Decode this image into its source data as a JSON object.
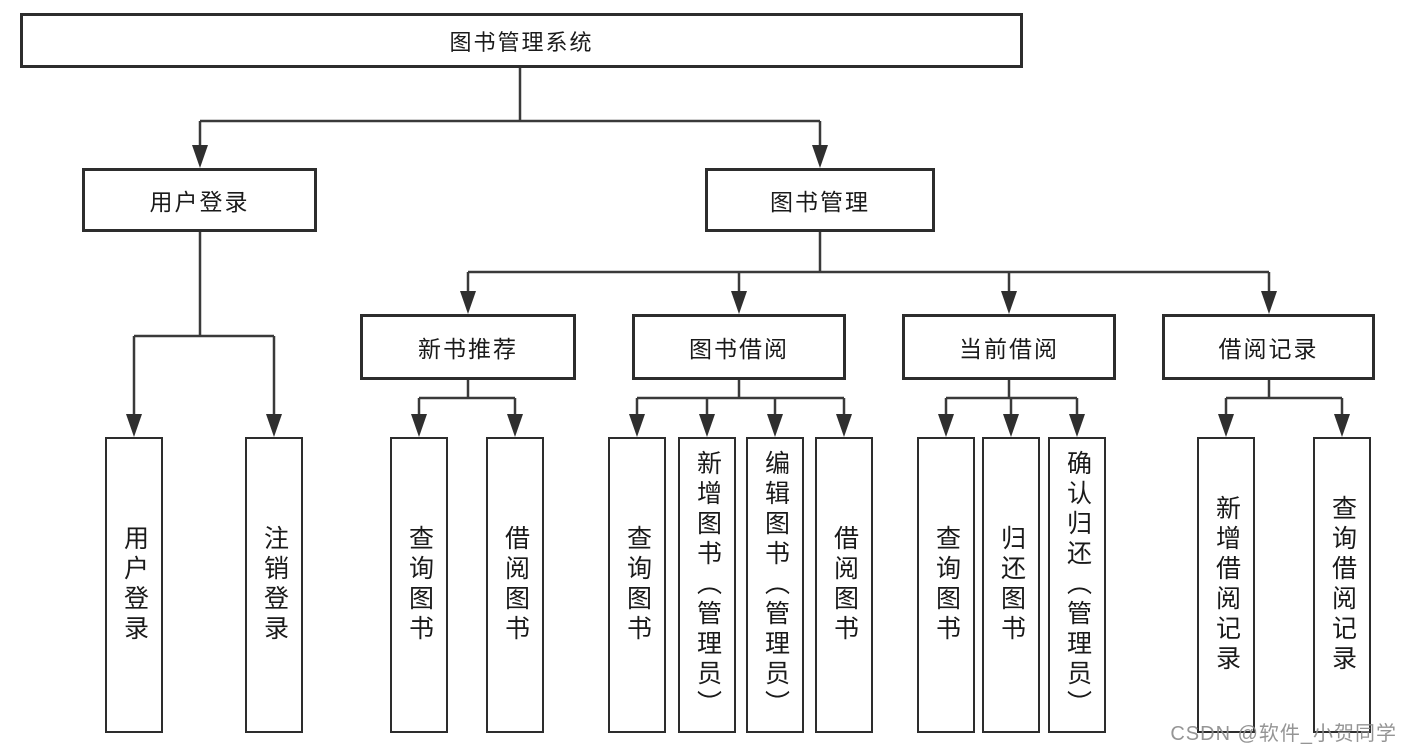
{
  "root": "图书管理系统",
  "level2": {
    "user_login": "用户登录",
    "book_management": "图书管理"
  },
  "level3": {
    "new_book_recommend": "新书推荐",
    "book_borrow": "图书借阅",
    "current_borrow": "当前借阅",
    "borrow_record": "借阅记录"
  },
  "leaves": {
    "user_login": [
      "用户登录",
      "注销登录"
    ],
    "new_book_recommend": [
      "查询图书",
      "借阅图书"
    ],
    "book_borrow": [
      "查询图书",
      "新增图书（管理员）",
      "编辑图书（管理员）",
      "借阅图书"
    ],
    "current_borrow": [
      "查询图书",
      "归还图书",
      "确认归还（管理员）"
    ],
    "borrow_record": [
      "新增借阅记录",
      "查询借阅记录"
    ]
  },
  "watermark": "CSDN @软件_小贺同学",
  "colors": {
    "line": "#3a3a3a",
    "border": "#2d2d2d",
    "text": "#1a1a1a",
    "watermark": "#8c8c8c",
    "background": "#ffffff"
  }
}
